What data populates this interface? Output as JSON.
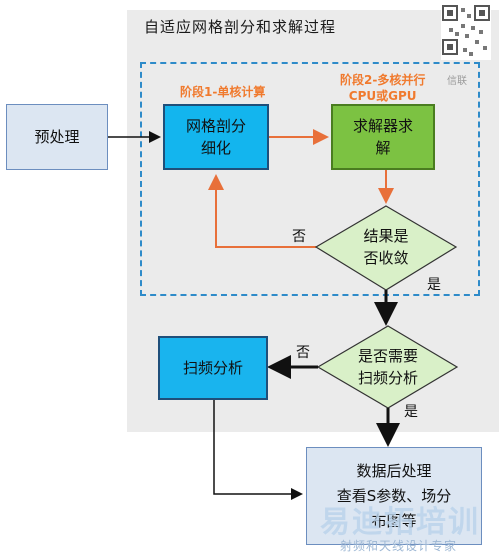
{
  "title": "自适应网格剖分和求解过程",
  "stage1_label": "阶段1-单核计算",
  "stage2_label_line1": "阶段2-多核并行",
  "stage2_label_line2": "CPU或GPU",
  "nodes": {
    "preprocess": "预处理",
    "mesh_line1": "网格剖分",
    "mesh_line2": "细化",
    "solver_line1": "求解器求",
    "solver_line2": "解",
    "converge_line1": "结果是",
    "converge_line2": "否收敛",
    "sweep_q_line1": "是否需要",
    "sweep_q_line2": "扫频分析",
    "sweep": "扫频分析",
    "post_line1": "数据后处理",
    "post_line2": "查看S参数、场分",
    "post_line3": "布图等"
  },
  "edge_labels": {
    "converge_no": "否",
    "converge_yes": "是",
    "sweep_no": "否",
    "sweep_yes": "是"
  },
  "watermark": {
    "cn": "易迪拓培训",
    "en": "射频和天线设计专家",
    "brand": "信联"
  },
  "colors": {
    "orange_arrow": "#e8703a",
    "black_arrow": "#111111",
    "mesh_fill": "#13b5ee",
    "solver_fill": "#7cc242",
    "diamond_fill": "#d9f0c8",
    "dash_border": "#2e8bc9"
  }
}
